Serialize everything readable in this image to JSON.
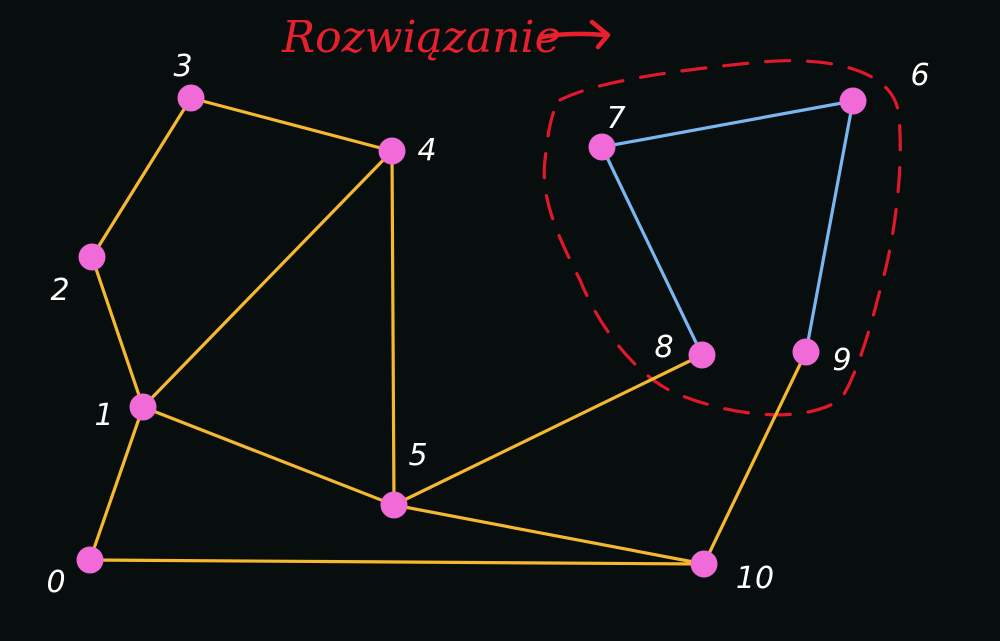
{
  "annotation": {
    "text": "Rozwiązanie",
    "color": "#e8202e"
  },
  "colors": {
    "background": "#080d0e",
    "node": "#f06ad8",
    "edge_default": "#f5b82e",
    "edge_solution": "#7ab6f0",
    "solution_boundary": "#e0192a",
    "label": "#ffffff"
  },
  "graph": {
    "nodes": [
      {
        "id": "0",
        "label": "0"
      },
      {
        "id": "1",
        "label": "1"
      },
      {
        "id": "2",
        "label": "2"
      },
      {
        "id": "3",
        "label": "3"
      },
      {
        "id": "4",
        "label": "4"
      },
      {
        "id": "5",
        "label": "5"
      },
      {
        "id": "6",
        "label": "6"
      },
      {
        "id": "7",
        "label": "7"
      },
      {
        "id": "8",
        "label": "8"
      },
      {
        "id": "9",
        "label": "9"
      },
      {
        "id": "10",
        "label": "10"
      }
    ],
    "edges": [
      {
        "from": "0",
        "to": "1",
        "highlight": false
      },
      {
        "from": "0",
        "to": "10",
        "highlight": false
      },
      {
        "from": "1",
        "to": "2",
        "highlight": false
      },
      {
        "from": "2",
        "to": "3",
        "highlight": false
      },
      {
        "from": "3",
        "to": "4",
        "highlight": false
      },
      {
        "from": "1",
        "to": "4",
        "highlight": false
      },
      {
        "from": "4",
        "to": "5",
        "highlight": false
      },
      {
        "from": "1",
        "to": "5",
        "highlight": false
      },
      {
        "from": "5",
        "to": "8",
        "highlight": false
      },
      {
        "from": "5",
        "to": "10",
        "highlight": false
      },
      {
        "from": "9",
        "to": "10",
        "highlight": false
      },
      {
        "from": "7",
        "to": "6",
        "highlight": true
      },
      {
        "from": "7",
        "to": "8",
        "highlight": true
      },
      {
        "from": "6",
        "to": "9",
        "highlight": true
      }
    ],
    "solution_nodes": [
      "6",
      "7",
      "8",
      "9"
    ]
  }
}
